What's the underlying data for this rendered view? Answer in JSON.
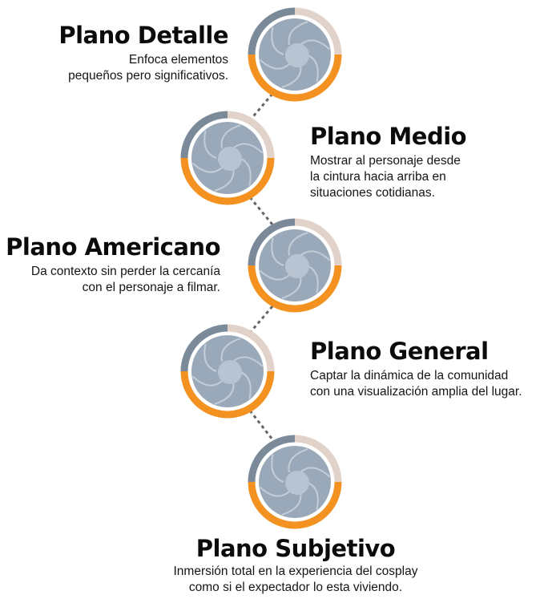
{
  "colors": {
    "ring_top_dark": "#7b8a99",
    "ring_top_light": "#e1d3c9",
    "ring_bottom": "#f39220",
    "lens_fill": "#9aa9b9",
    "lens_blade": "#c3cdd8",
    "lens_center": "#b8c4d1",
    "connector": "#666666"
  },
  "icons": [
    "camera-aperture-icon"
  ],
  "items": [
    {
      "title": "Plano Detalle",
      "lines": [
        "Enfoca elementos",
        "pequeños pero significativos."
      ]
    },
    {
      "title": "Plano Medio",
      "lines": [
        "Mostrar al personaje desde",
        "la cintura hacia arriba en",
        "situaciones cotidianas."
      ]
    },
    {
      "title": "Plano Americano",
      "lines": [
        "Da contexto sin perder la cercanía",
        "con el personaje a filmar."
      ]
    },
    {
      "title": "Plano General",
      "lines": [
        "Captar la dinámica de la comunidad",
        "con una visualización amplia del lugar."
      ]
    },
    {
      "title": "Plano Subjetivo",
      "lines": [
        "Inmersión total en la experiencia del cosplay",
        "como si el expectador lo esta viviendo."
      ]
    }
  ]
}
